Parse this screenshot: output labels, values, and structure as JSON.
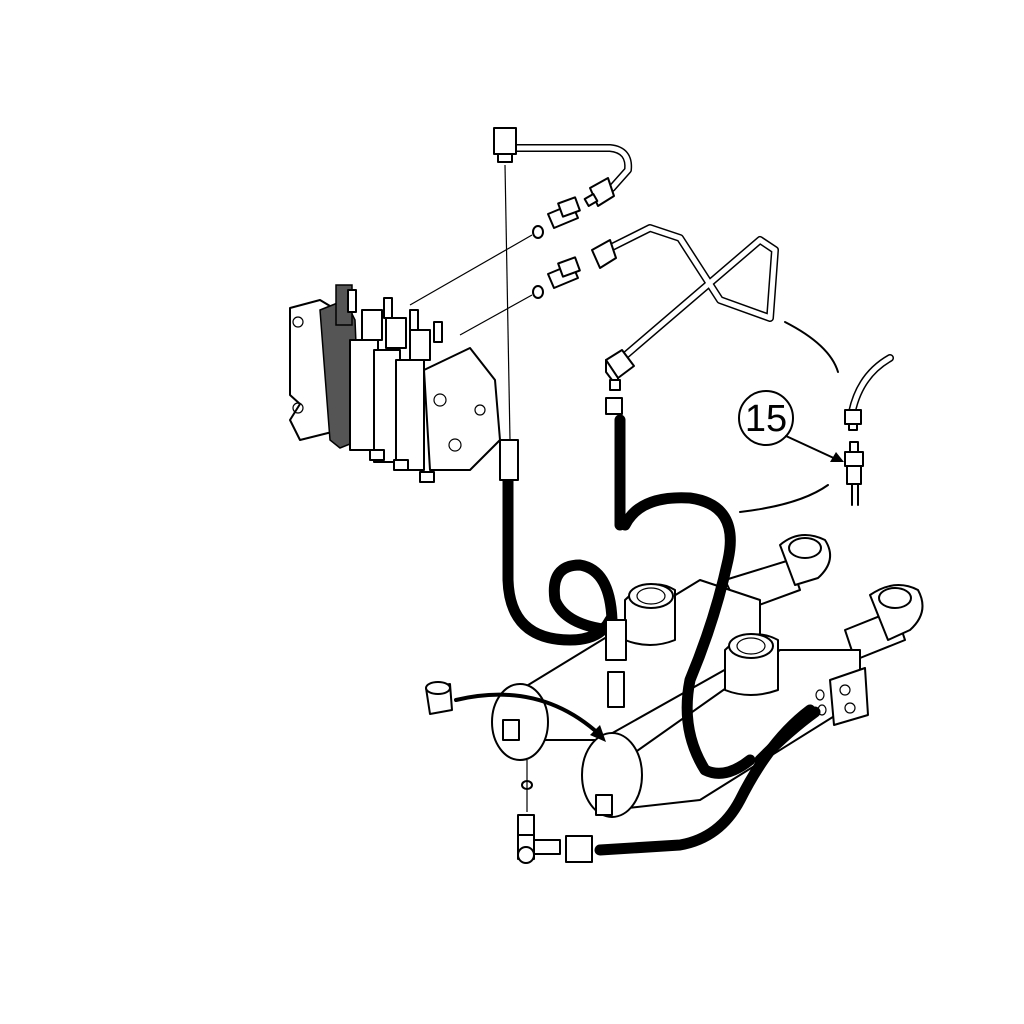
{
  "diagram": {
    "type": "exploded-parts-view",
    "subject": "hydraulic control valve, steel pipes, hoses and twin hydraulic cylinders",
    "background": "#ffffff",
    "line_color": "#000000",
    "callouts": [
      {
        "id": "callout-15",
        "label": "15",
        "points_to": "pipe-union-fitting"
      }
    ],
    "components": [
      "control-valve-block",
      "steel-pipe-upper",
      "steel-pipe-lower",
      "straight-adapters",
      "o-rings",
      "hydraulic-hoses",
      "hydraulic-cylinder-rear",
      "hydraulic-cylinder-front",
      "elbow-fitting",
      "plug-fitting",
      "pipe-union-fitting"
    ]
  }
}
